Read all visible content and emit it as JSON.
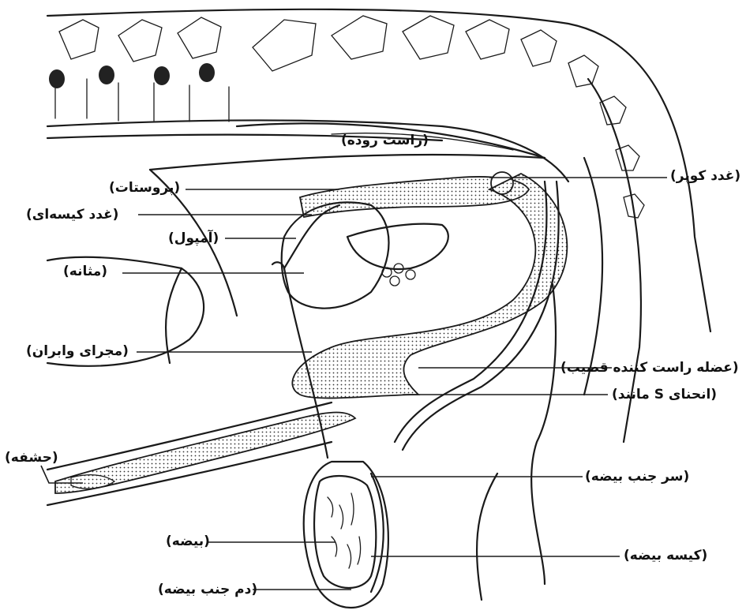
{
  "labels": {
    "rectum": "(راست روده)",
    "cowper": "(غدد کوپر)",
    "prostate": "(پروستات)",
    "vesicular": "(غدد کیسه‌ای)",
    "ampulla": "(آمپول)",
    "bladder": "(مثانه)",
    "vas": "(مجرای وابران)",
    "retractor": "(عضله راست کننده قضیب)",
    "sigmoid": "(انحنای S مانند)",
    "glans": "(حشفه)",
    "epid_head": "(سر جنب بیضه)",
    "testis": "(بیضه)",
    "scrotum": "(کیسه بیضه)",
    "epid_tail": "(دم جنب بیضه)"
  }
}
